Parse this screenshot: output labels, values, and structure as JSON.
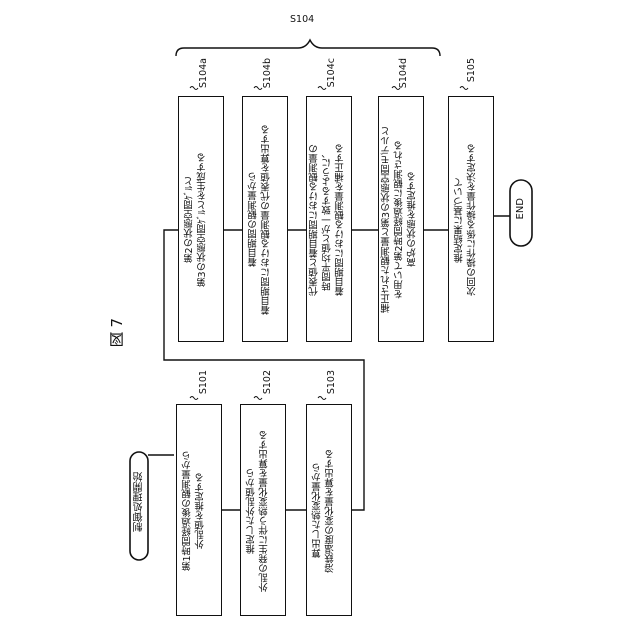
{
  "figure_title": "図 7",
  "start": "制御処理開始",
  "end": "END",
  "group_label": "S104",
  "steps": [
    {
      "id": "S101",
      "text": "第1時間経過後の観測量から\n外乱値を推定する"
    },
    {
      "id": "S102",
      "text": "推定した外乱値から\n外乱の発生に伴う熱変化量を算出する"
    },
    {
      "id": "S103",
      "text": "算出した熱変化量から\n溶鉄温度の変化量を算出する"
    },
    {
      "id": "S104a",
      "text": "第2の状態空間ｹﾞﾙと\n第3の状態空間ｹﾞﾙとを生成する"
    },
    {
      "id": "S104b",
      "text": "着目期間の観測量から\n着目期間における観測量の代表値を算出する"
    },
    {
      "id": "S104c",
      "text": "代表値と着目期間における観測量の\n時間平均値とが一致するように、\n着目期間における観測量を補正する"
    },
    {
      "id": "S104d",
      "text": "補正された観測量と第3の状態空間モデルと\nを用いて第2時間経過後に観測される\n高炉の状態を推定する"
    },
    {
      "id": "S105",
      "text": "推定結果に基づいて\n次回の操作に係る操作量を決定する"
    }
  ]
}
